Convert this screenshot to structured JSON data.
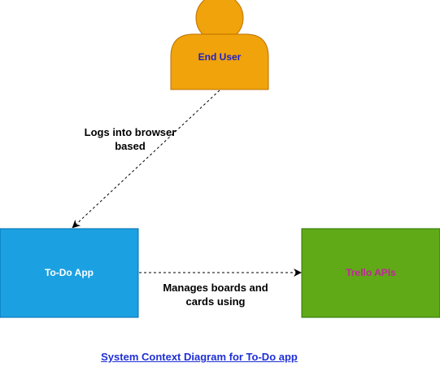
{
  "diagram": {
    "caption": "System Context Diagram for To-Do app",
    "nodes": {
      "end_user": {
        "label": "End User",
        "fill": "#f0a30a",
        "stroke": "#bd7000",
        "text_color": "#1f1fcc"
      },
      "todo_app": {
        "label": "To-Do App",
        "fill": "#1ba1e2",
        "stroke": "#006eaf",
        "text_color": "#ffffff"
      },
      "trello_apis": {
        "label": "Trello APIs",
        "fill": "#60a917",
        "stroke": "#2d7600",
        "text_color": "#c0259a"
      }
    },
    "edges": [
      {
        "from": "end_user",
        "to": "todo_app",
        "label": "Logs into browser\nbased",
        "style": "dashed"
      },
      {
        "from": "todo_app",
        "to": "trello_apis",
        "label": "Manages boards and\ncards using",
        "style": "dashed"
      }
    ],
    "caption_color": "#1f2fd6"
  }
}
